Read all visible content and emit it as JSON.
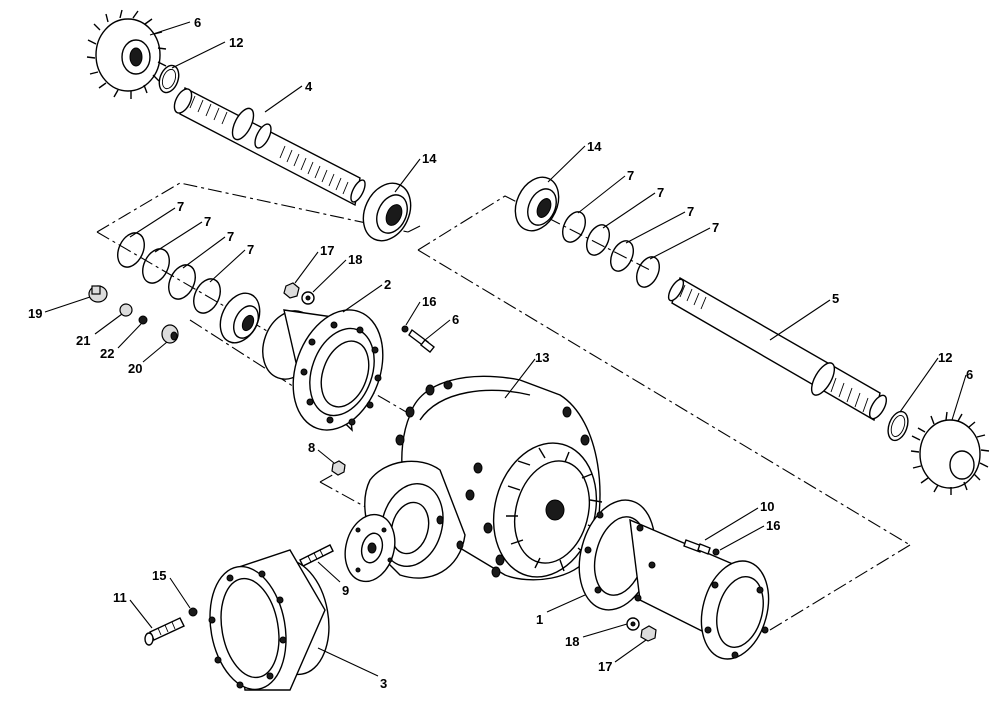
{
  "callouts": [
    {
      "id": "c-6a",
      "label": "6"
    },
    {
      "id": "c-12a",
      "label": "12"
    },
    {
      "id": "c-4",
      "label": "4"
    },
    {
      "id": "c-14a",
      "label": "14"
    },
    {
      "id": "c-14b",
      "label": "14"
    },
    {
      "id": "c-7a",
      "label": "7"
    },
    {
      "id": "c-7b",
      "label": "7"
    },
    {
      "id": "c-7c",
      "label": "7"
    },
    {
      "id": "c-7d",
      "label": "7"
    },
    {
      "id": "c-7e",
      "label": "7"
    },
    {
      "id": "c-7f",
      "label": "7"
    },
    {
      "id": "c-7g",
      "label": "7"
    },
    {
      "id": "c-7h",
      "label": "7"
    },
    {
      "id": "c-17a",
      "label": "17"
    },
    {
      "id": "c-18a",
      "label": "18"
    },
    {
      "id": "c-2",
      "label": "2"
    },
    {
      "id": "c-16a",
      "label": "16"
    },
    {
      "id": "c-6b",
      "label": "6"
    },
    {
      "id": "c-5",
      "label": "5"
    },
    {
      "id": "c-19",
      "label": "19"
    },
    {
      "id": "c-21",
      "label": "21"
    },
    {
      "id": "c-22",
      "label": "22"
    },
    {
      "id": "c-20",
      "label": "20"
    },
    {
      "id": "c-13",
      "label": "13"
    },
    {
      "id": "c-12b",
      "label": "12"
    },
    {
      "id": "c-6c",
      "label": "6"
    },
    {
      "id": "c-8",
      "label": "8"
    },
    {
      "id": "c-10",
      "label": "10"
    },
    {
      "id": "c-16b",
      "label": "16"
    },
    {
      "id": "c-15",
      "label": "15"
    },
    {
      "id": "c-11",
      "label": "11"
    },
    {
      "id": "c-9",
      "label": "9"
    },
    {
      "id": "c-1",
      "label": "1"
    },
    {
      "id": "c-18b",
      "label": "18"
    },
    {
      "id": "c-17b",
      "label": "17"
    },
    {
      "id": "c-3",
      "label": "3"
    }
  ]
}
